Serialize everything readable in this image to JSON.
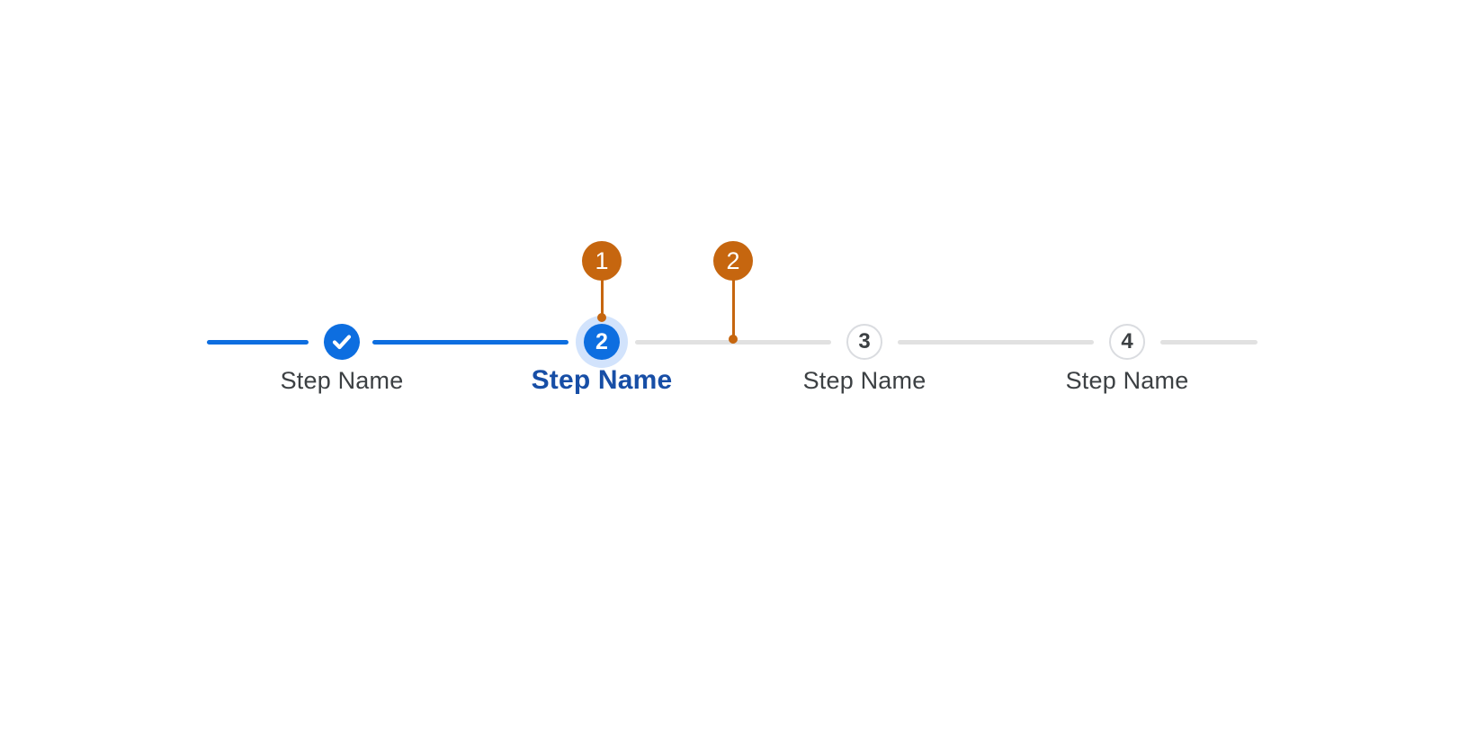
{
  "colors": {
    "primary_blue": "#0D6EE0",
    "halo_blue": "#D2E3FC",
    "active_label_blue": "#174EA6",
    "annotation_orange": "#C6660F",
    "connector_gray": "#E1E1E1",
    "circle_border_gray": "#DADCE0",
    "text_gray": "#3C4043",
    "canvas_bg": "#FFFFFF"
  },
  "stepper": {
    "steps": [
      {
        "label": "Step Name",
        "state": "completed",
        "icon": "check-icon"
      },
      {
        "label": "Step Name",
        "state": "current",
        "number": "2"
      },
      {
        "label": "Step Name",
        "state": "upcoming",
        "number": "3"
      },
      {
        "label": "Step Name",
        "state": "upcoming",
        "number": "4"
      }
    ]
  },
  "annotations": [
    {
      "number": "1",
      "target": "current-step-indicator"
    },
    {
      "number": "2",
      "target": "upcoming-connector-line"
    }
  ]
}
